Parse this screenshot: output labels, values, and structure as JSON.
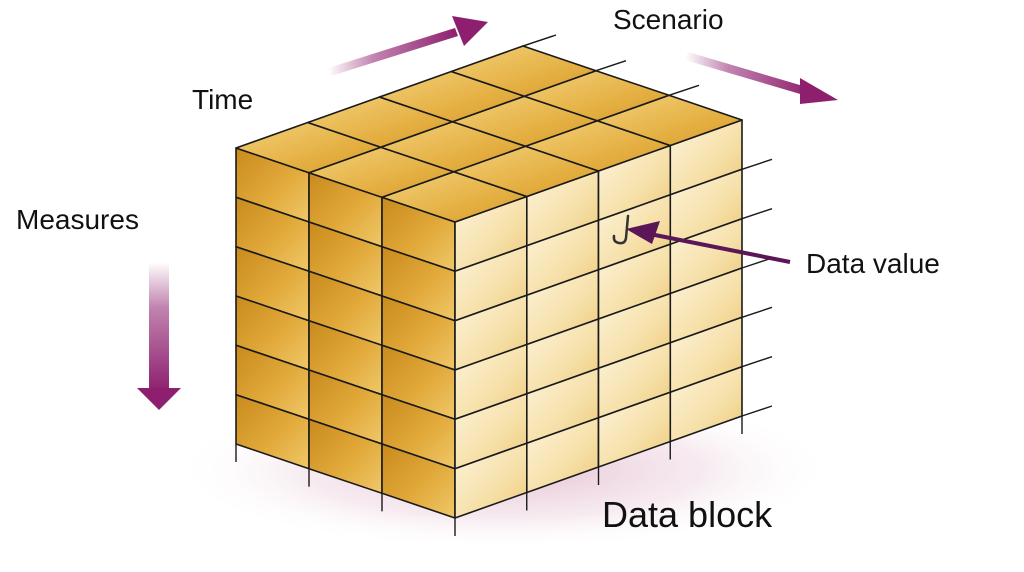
{
  "labels": {
    "scenario": "Scenario",
    "time": "Time",
    "measures": "Measures",
    "data_value": "Data value",
    "data_block": "Data block"
  },
  "colors": {
    "arrow": "#8e1f6e",
    "callout": "#5a1656",
    "cube_top": "#e9b84a",
    "cube_left": "#d79a2a",
    "cube_right": "#f7e4b2",
    "grid_line": "#1a1a1a",
    "shadow": "#e8c8d6"
  },
  "cube": {
    "columns_left_face": 3,
    "columns_right_face": 4,
    "rows": 6
  }
}
